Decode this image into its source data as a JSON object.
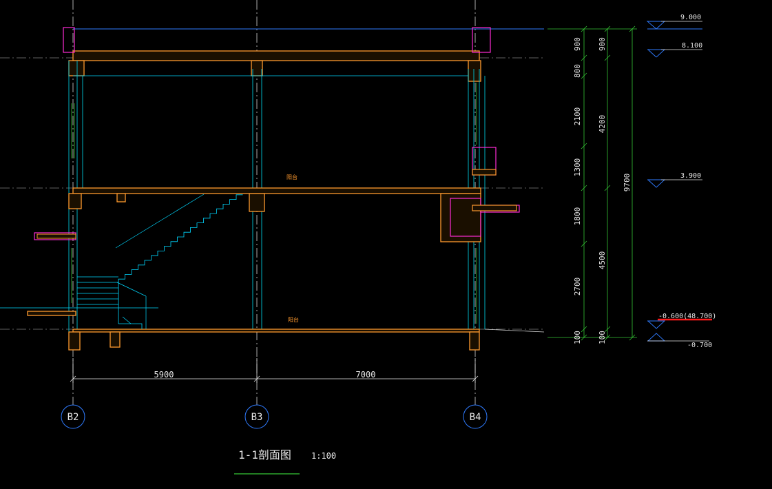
{
  "drawing": {
    "title": "1-1剖面图",
    "scale": "1:100",
    "room_label_upper": "阳台",
    "room_label_lower": "阳台"
  },
  "grid_axes": [
    {
      "label": "B2"
    },
    {
      "label": "B3"
    },
    {
      "label": "B4"
    }
  ],
  "horizontal_dims": [
    {
      "value": "5900"
    },
    {
      "value": "7000"
    }
  ],
  "vertical_dims_col1": [
    {
      "value": "900"
    },
    {
      "value": "800"
    },
    {
      "value": "2100"
    },
    {
      "value": "1300"
    },
    {
      "value": "1800"
    },
    {
      "value": "2700"
    },
    {
      "value": "100"
    }
  ],
  "vertical_dims_col2": [
    {
      "value": "900"
    },
    {
      "value": "4200"
    },
    {
      "value": "4500"
    },
    {
      "value": "100"
    }
  ],
  "vertical_dims_total": {
    "value": "9700"
  },
  "elevation_marks": [
    {
      "value": "9.000"
    },
    {
      "value": "8.100"
    },
    {
      "value": "3.900"
    },
    {
      "value": "-0.600(48.700)"
    },
    {
      "value": "-0.700"
    }
  ],
  "colors": {
    "background": "#000000",
    "wall_outline": "#ff9a2e",
    "slab_fill": "#1a0f00",
    "axis_line": "#ffffff",
    "dimension": "#35c635",
    "cyan": "#00d8ff",
    "blue": "#2f7bff",
    "magenta": "#ff2bd6",
    "red": "#ff1a1a",
    "text": "#e8e8e8"
  }
}
